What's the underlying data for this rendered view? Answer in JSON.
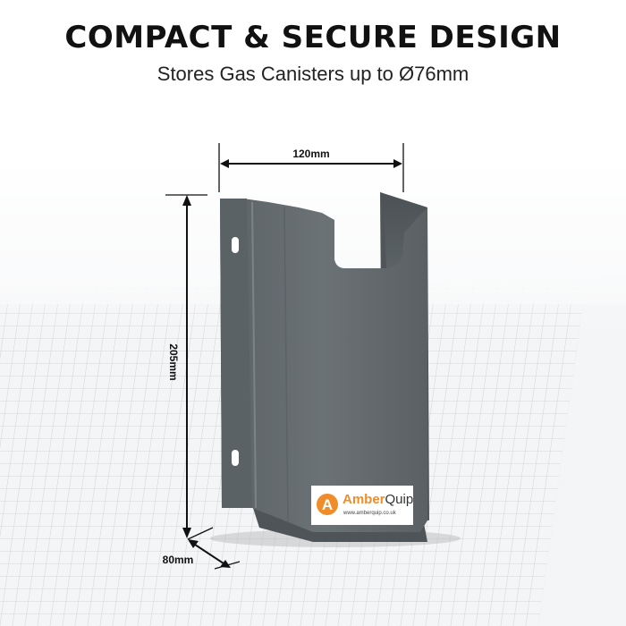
{
  "heading": {
    "title": "COMPACT & SECURE DESIGN",
    "subtitle": "Stores Gas Canisters up to Ø76mm"
  },
  "dimensions": {
    "width": "120mm",
    "height": "205mm",
    "depth": "80mm"
  },
  "brand": {
    "letter": "A",
    "name_part1": "Amber",
    "name_part2": "Quip",
    "url": "www.amberquip.co.uk",
    "accent_color": "#f08c2a"
  },
  "product": {
    "body_color": "#636a6e"
  }
}
